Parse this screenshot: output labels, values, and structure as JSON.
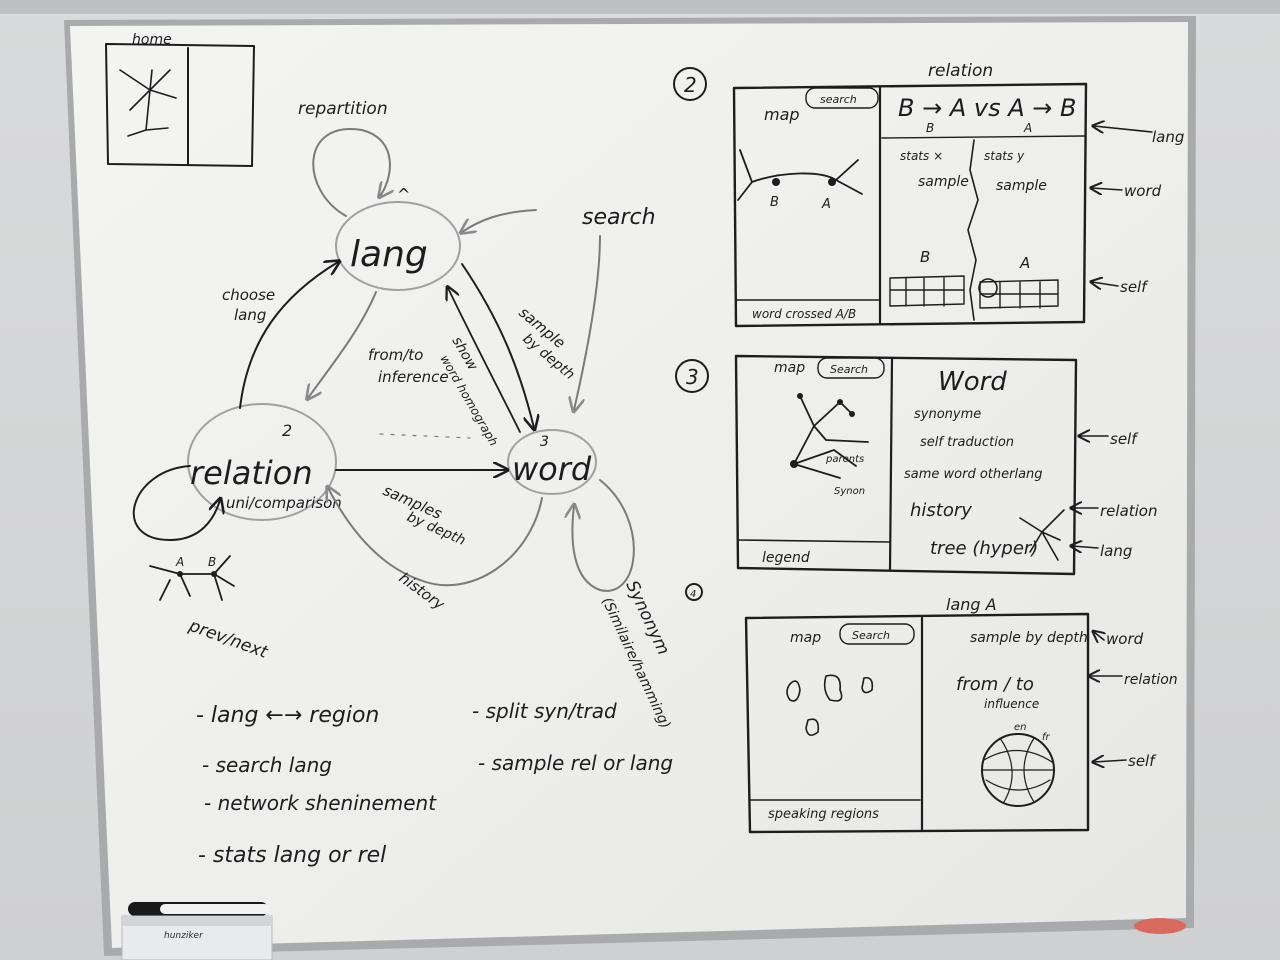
{
  "home": {
    "label": "home"
  },
  "states": {
    "lang": "lang",
    "relation": "relation",
    "relation_sub": "uni/comparison",
    "word": "word",
    "num_lang": "^",
    "num_relation": "2",
    "num_word": "3"
  },
  "edges": {
    "repartition": "repartition",
    "search": "search",
    "choose_lang": [
      "choose",
      "lang"
    ],
    "from_to": [
      "from/to",
      "inference"
    ],
    "show_word": [
      "show",
      "word homograph"
    ],
    "sample_depth": [
      "sample",
      "by depth"
    ],
    "samples_depth": [
      "samples",
      "by depth"
    ],
    "history": "history",
    "synonym": [
      "Synonym",
      "(Similaire/hamming)"
    ],
    "prev_next": "prev/next",
    "prev_next_A": "A",
    "prev_next_B": "B",
    "num_four": "4"
  },
  "notes": {
    "left": [
      "- lang ←→ region",
      "- search lang",
      "- network sheninement",
      "- stats  lang or rel"
    ],
    "right": [
      "- split syn/trad",
      "- sample rel or lang"
    ]
  },
  "panel2": {
    "num": "2",
    "title": "relation",
    "map": "map",
    "search": "search",
    "header": "B → A  vs  A → B",
    "B_small": "B",
    "A_small": "A",
    "stats_left": "stats ×",
    "stats_right": "stats y",
    "sample_left": "sample",
    "sample_right": "sample",
    "node_B": "B",
    "node_A": "A",
    "B_bottom": "B",
    "A_bottom": "A",
    "footer": "word crossed A/B",
    "side": [
      "lang",
      "word",
      "self"
    ]
  },
  "panel3": {
    "num": "3",
    "map": "map",
    "search": "Search",
    "title": "Word",
    "lines": [
      "synonyme",
      "self       traduction",
      "same word otherlang",
      "history",
      "tree (hyper)"
    ],
    "parents": "parents",
    "synon": "Synon",
    "footer": "legend",
    "side": [
      "self",
      "relation",
      "lang"
    ]
  },
  "panel4": {
    "title": "lang A",
    "map": "map",
    "search": "Search",
    "sample": "sample by depth",
    "fromto": [
      "from / to",
      "influence"
    ],
    "en": "en",
    "fr": "fr",
    "footer": "speaking regions",
    "side": [
      "word",
      "relation",
      "self"
    ]
  },
  "eraser": {
    "brand": "hunziker"
  }
}
